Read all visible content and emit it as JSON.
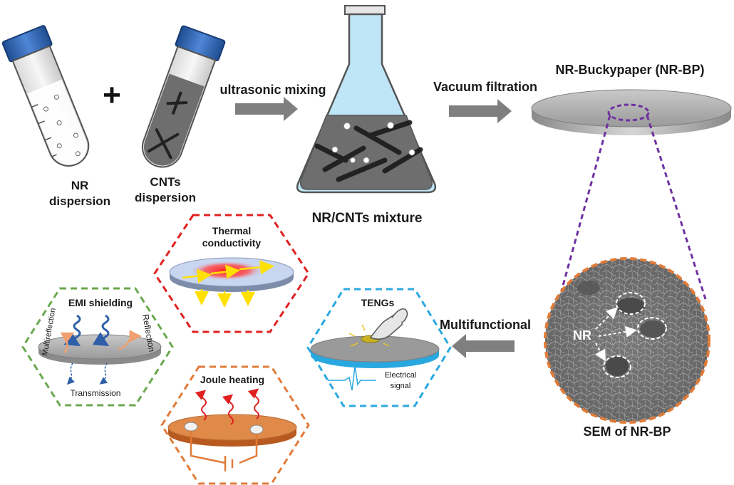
{
  "tubes": {
    "nr_label_line1": "NR",
    "nr_label_line2": "dispersion",
    "cnt_label_line1": "CNTs",
    "cnt_label_line2": "dispersion",
    "plus": "+"
  },
  "steps": {
    "mixing_label": "ultrasonic mixing",
    "filtration_label": "Vacuum filtration",
    "mixture_label": "NR/CNTs mixture",
    "buckypaper_label": "NR-Buckypaper (NR-BP)",
    "sem_label": "SEM of NR-BP",
    "sem_nr_label": "NR",
    "multifunctional_label": "Multifunctional"
  },
  "applications": {
    "thermal_line1": "Thermal",
    "thermal_line2": "conductivity",
    "emi_title": "EMI shielding",
    "emi_multireflection": "Multireflection",
    "emi_reflection": "Reflection",
    "emi_transmission": "Transmission",
    "joule_title": "Joule heating",
    "tengs_title": "TENGs",
    "tengs_signal_line1": "Electrical",
    "tengs_signal_line2": "signal"
  },
  "colors": {
    "thermal_border": "#e02020",
    "emi_border": "#6aa84f",
    "joule_border": "#e07b39",
    "tengs_border": "#29a8e0",
    "zoom_border": "#7030a0",
    "sem_border": "#e07b39",
    "arrow": "#7f7f7f",
    "tube_cap": "#2e5fa8",
    "flask_liquid": "#bfe6f7"
  }
}
